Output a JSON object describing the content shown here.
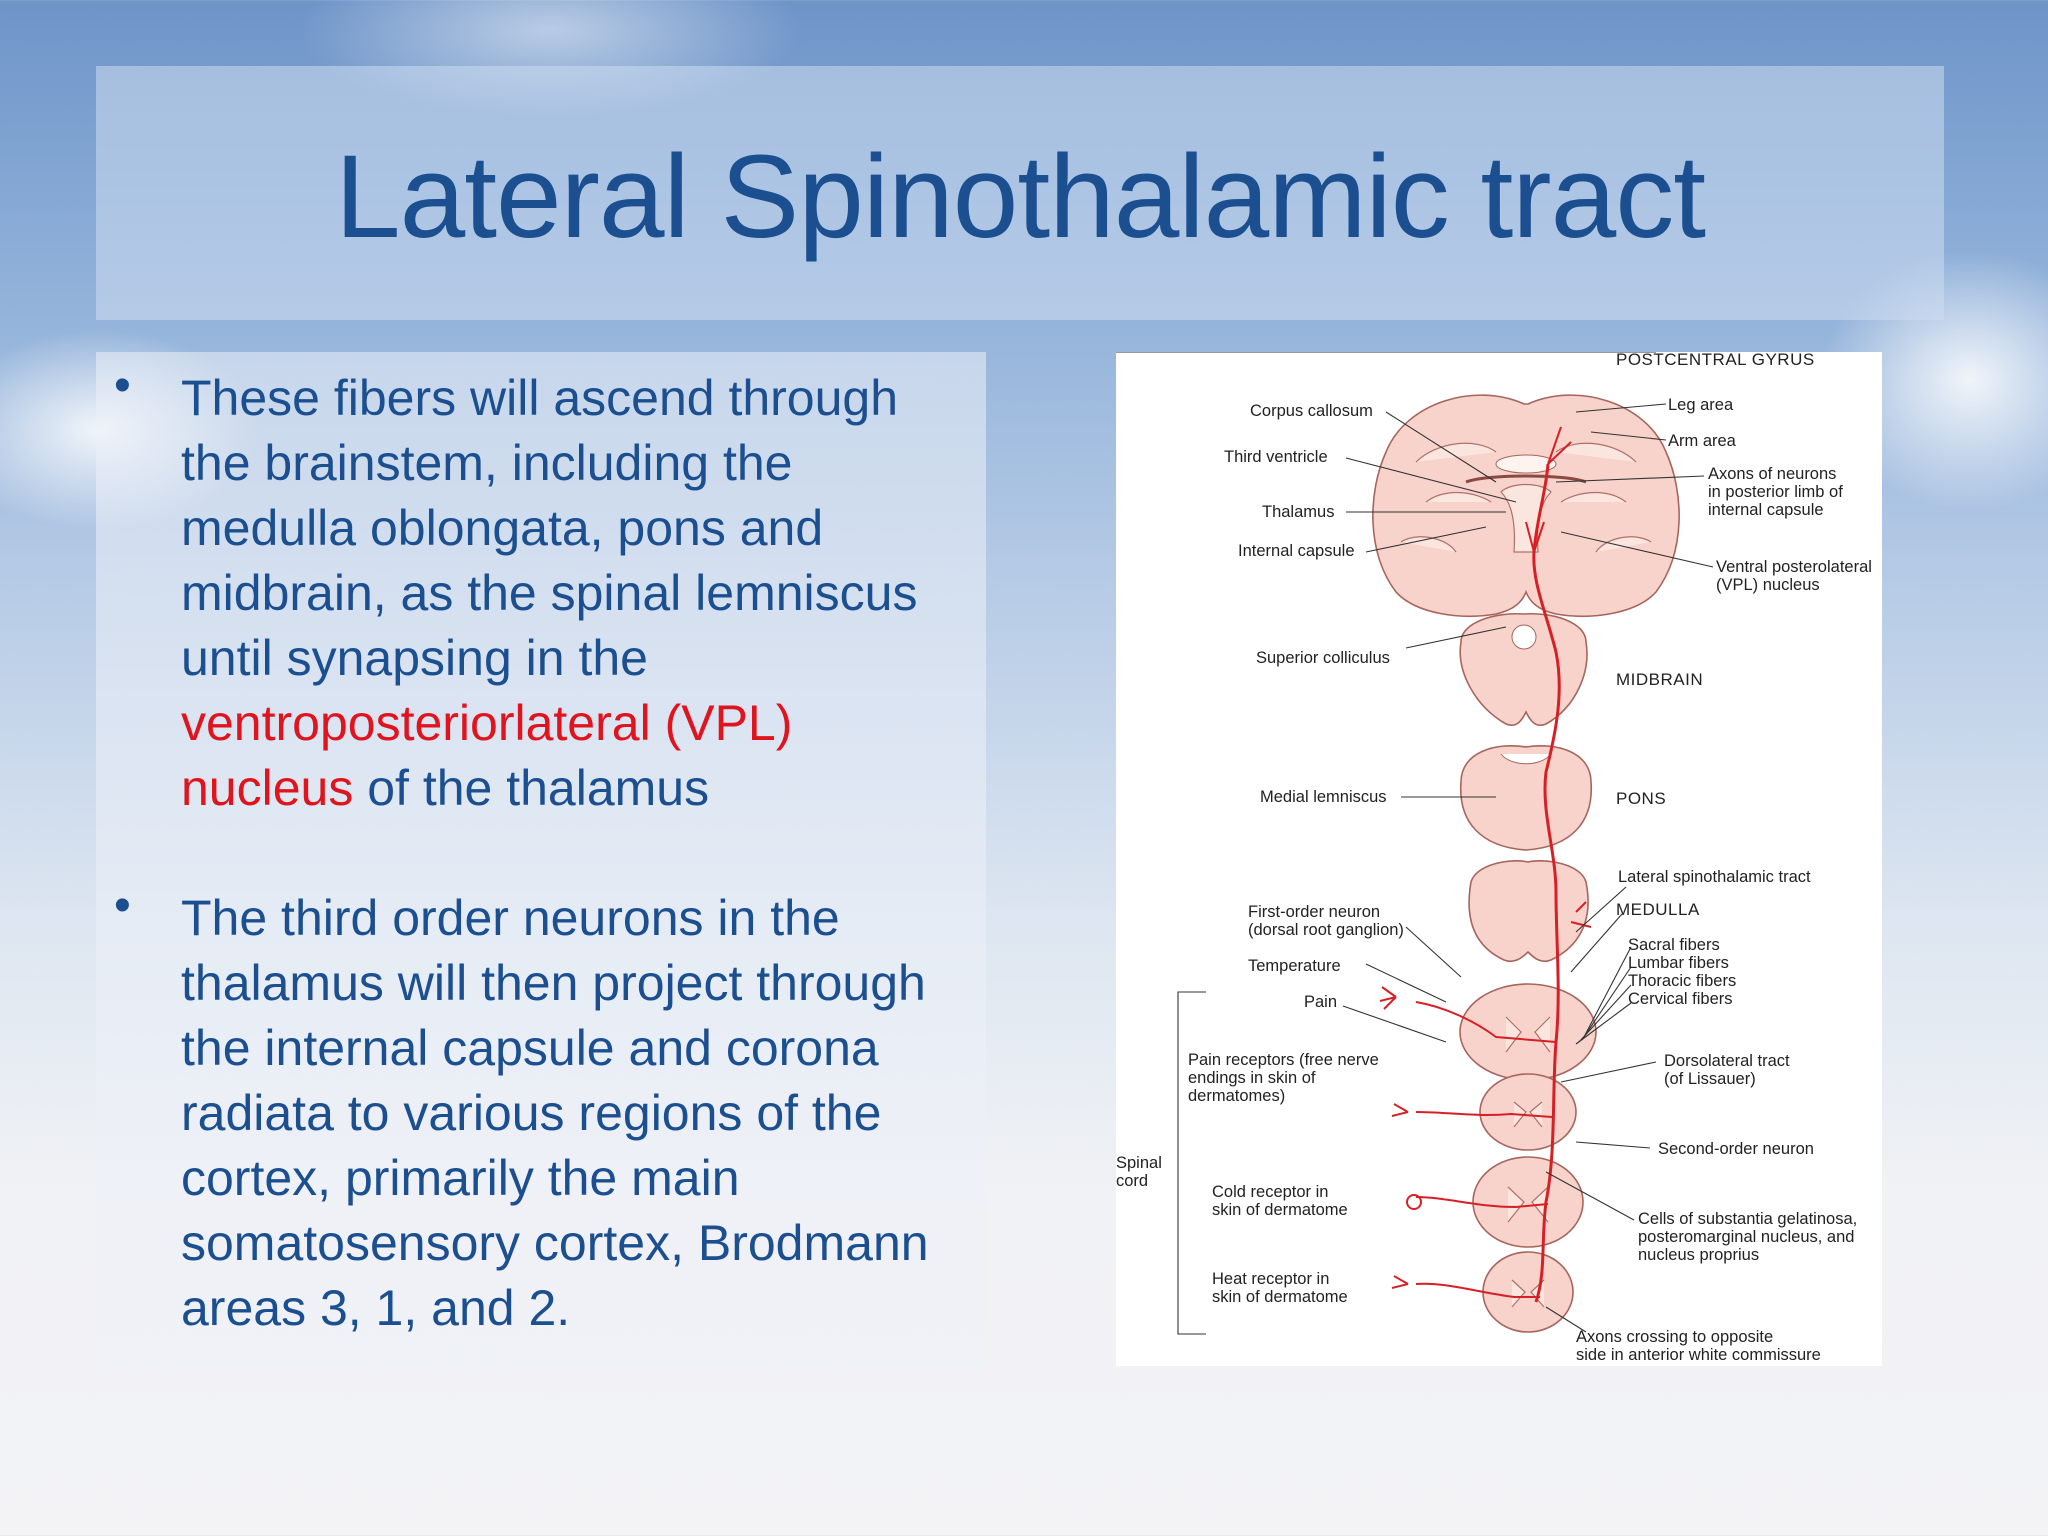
{
  "slide": {
    "title": "Lateral Spinothalamic tract",
    "bullets": [
      {
        "marker": "•",
        "text_before": "These fibers will ascend through the brainstem, including the medulla oblongata, pons and midbrain, as the spinal lemniscus until synapsing in the ",
        "highlight": "ventroposteriorlateral (VPL) nucleus",
        "text_after": " of the thalamus"
      },
      {
        "marker": "•",
        "text": "The third order neurons in the thalamus will then project through the internal capsule and corona radiata to various regions of the cortex, primarily the main somatosensory cortex, Brodmann areas 3, 1, and 2."
      }
    ],
    "colors": {
      "title": "#1b4f8f",
      "body": "#1b4f8f",
      "highlight": "#e0141e",
      "tract": "#d81f26"
    }
  },
  "figure": {
    "labels": {
      "postcentral_gyrus": "POSTCENTRAL GYRUS",
      "corpus_callosum": "Corpus callosum",
      "leg_area": "Leg area",
      "arm_area": "Arm area",
      "third_ventricle": "Third ventricle",
      "axons_l1": "Axons of neurons",
      "axons_l2": "in posterior limb of",
      "axons_l3": "internal capsule",
      "thalamus": "Thalamus",
      "internal_capsule": "Internal capsule",
      "vpl_l1": "Ventral posterolateral",
      "vpl_l2": "(VPL) nucleus",
      "superior_colliculus": "Superior colliculus",
      "midbrain": "MIDBRAIN",
      "medial_lemniscus": "Medial lemniscus",
      "pons": "PONS",
      "lateral_spinothalamic": "Lateral spinothalamic tract",
      "medulla": "MEDULLA",
      "first_order_l1": "First-order neuron",
      "first_order_l2": "(dorsal root ganglion)",
      "sacral": "Sacral fibers",
      "lumbar": "Lumbar fibers",
      "thoracic": "Thoracic fibers",
      "cervical": "Cervical fibers",
      "temperature": "Temperature",
      "pain": "Pain",
      "pain_rec_l1": "Pain receptors (free nerve",
      "pain_rec_l2": "endings in skin of",
      "pain_rec_l3": "dermatomes)",
      "dorsolateral_l1": "Dorsolateral tract",
      "dorsolateral_l2": "(of Lissauer)",
      "second_order": "Second-order neuron",
      "spinal_l1": "Spinal",
      "spinal_l2": "cord",
      "cold_l1": "Cold receptor in",
      "cold_l2": "skin of dermatome",
      "cells_l1": "Cells of substantia gelatinosa,",
      "cells_l2": "posteromarginal nucleus, and",
      "cells_l3": "nucleus proprius",
      "heat_l1": "Heat receptor in",
      "heat_l2": "skin of dermatome",
      "crossing_l1": "Axons crossing to opposite",
      "crossing_l2": "side in anterior white commissure"
    }
  }
}
